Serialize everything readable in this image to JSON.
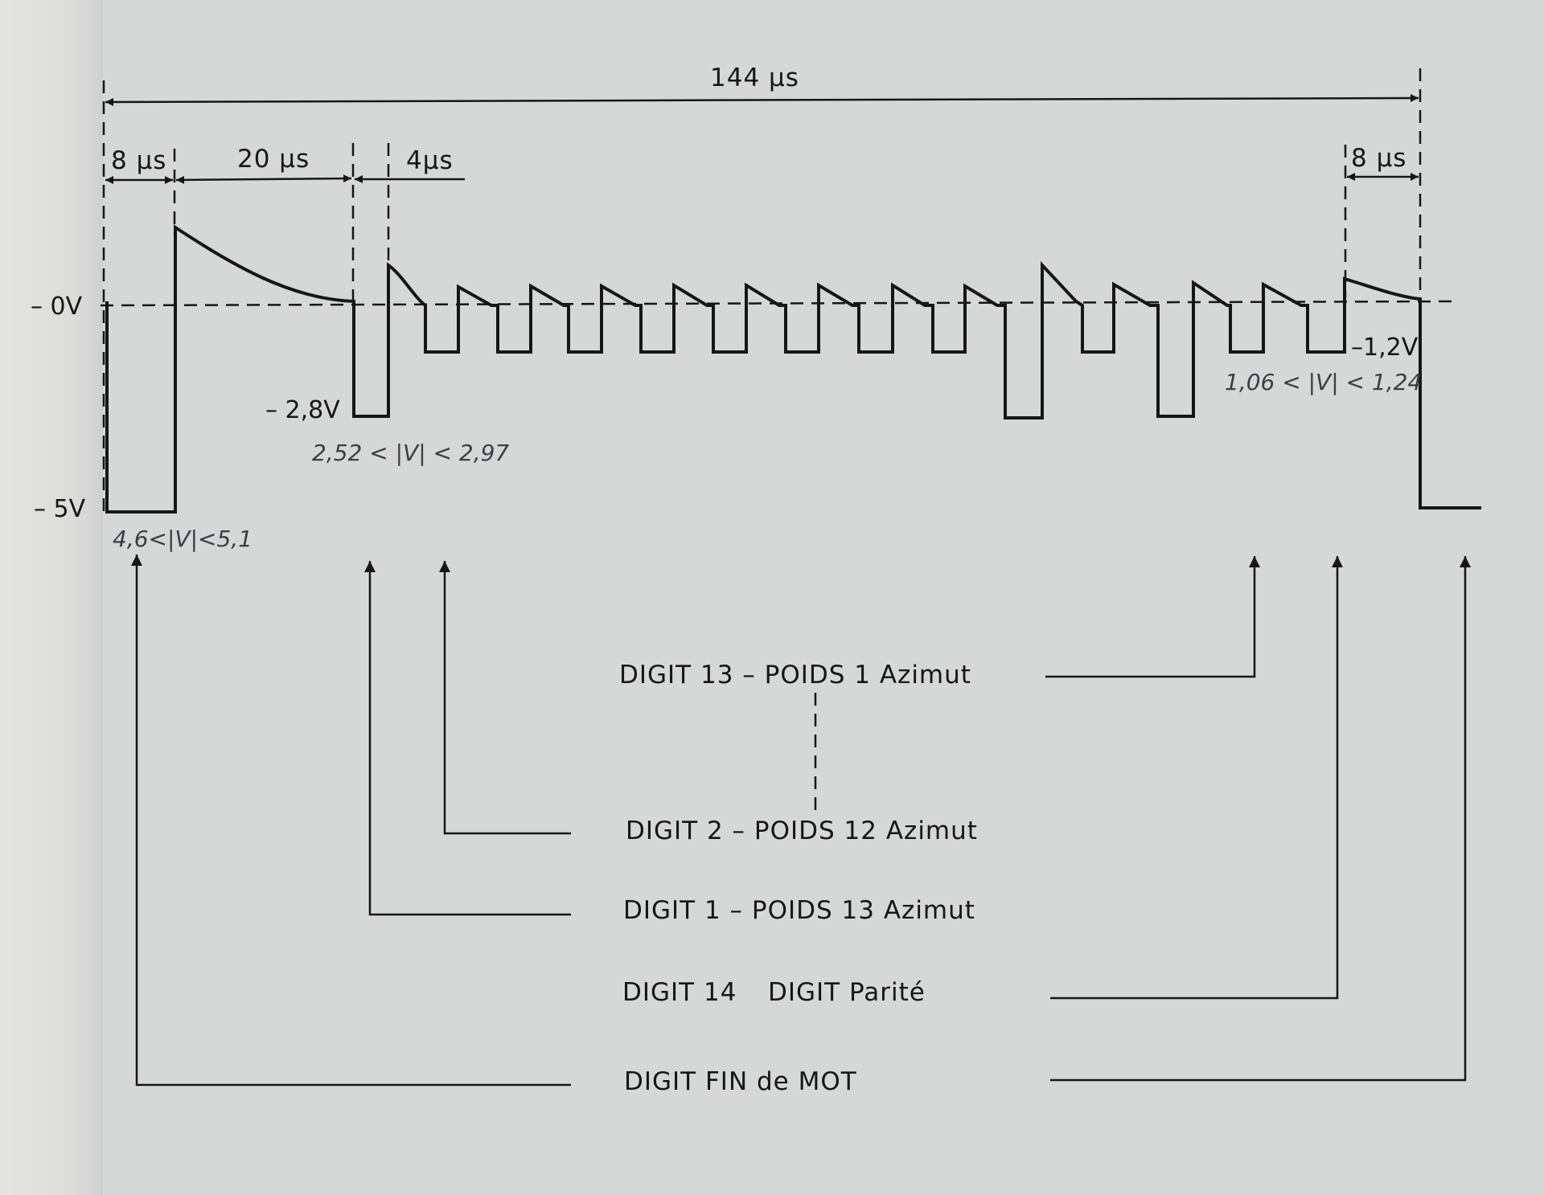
{
  "timing": {
    "total": "144 µs",
    "start_pulse": "8 µs",
    "recovery": "20 µs",
    "bit_width": "4µs",
    "end_pulse": "8 µs"
  },
  "levels": {
    "zero": "– 0V",
    "neg5": "– 5V",
    "neg28": "– 2,8V",
    "neg12": "–1,2V"
  },
  "handwritten": {
    "neg5_tolerance": "4,6<|V|<5,1",
    "neg28_tolerance": "2,52 < |V| < 2,97",
    "neg12_tolerance": "1,06 < |V| < 1,24"
  },
  "legend": {
    "digit13": "DIGIT 13 – POIDS 1 Azimut",
    "digit2": "DIGIT 2 – POIDS 12 Azimut",
    "digit1": "DIGIT 1 – POIDS 13 Azimut",
    "digit14": "DIGIT 14",
    "parity": "DIGIT Parité",
    "end_of_word": "DIGIT FIN de MOT"
  },
  "colors": {
    "ink": "#161616",
    "paper": "#d6d8d8",
    "pencil": "#3a3f45"
  }
}
